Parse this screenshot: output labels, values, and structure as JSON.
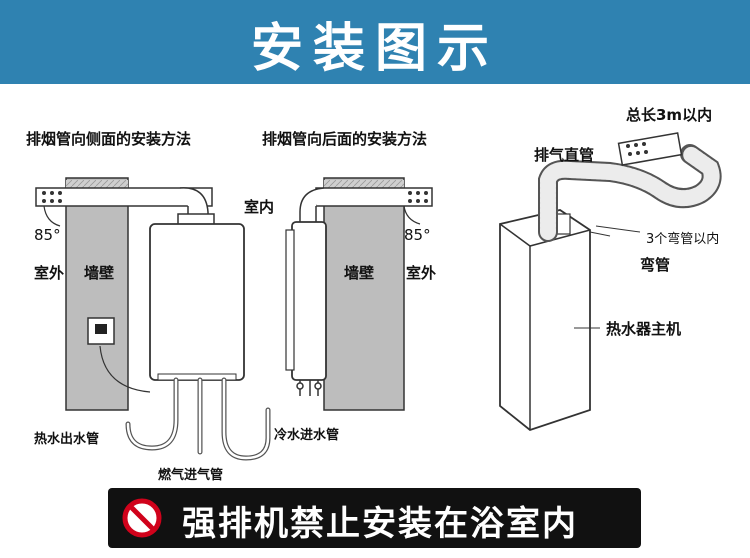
{
  "banner": {
    "title": "安装图示"
  },
  "left_diagram": {
    "caption": "排烟管向侧面的安装方法",
    "angle": "85°",
    "outdoor": "室外",
    "wall": "墙壁",
    "indoor": "室内",
    "hot_outlet": "热水出水管",
    "gas_inlet": "燃气进气管"
  },
  "middle_diagram": {
    "caption": "排烟管向后面的安装方法",
    "angle": "85°",
    "wall": "墙壁",
    "outdoor": "室外",
    "cold_inlet": "冷水进水管"
  },
  "right_diagram": {
    "total_length": "总长3m以内",
    "straight_pipe": "排气直管",
    "elbow_count": "3个弯管以内",
    "elbow": "弯管",
    "heater_unit": "热水器主机"
  },
  "warning": {
    "text": "强排机禁止安装在浴室内",
    "icon": "prohibited-icon"
  },
  "colors": {
    "banner": "#2f82b1",
    "wall": "#bdbdbd",
    "warning_bg": "#111111",
    "prohibit_red": "#d0021b"
  }
}
